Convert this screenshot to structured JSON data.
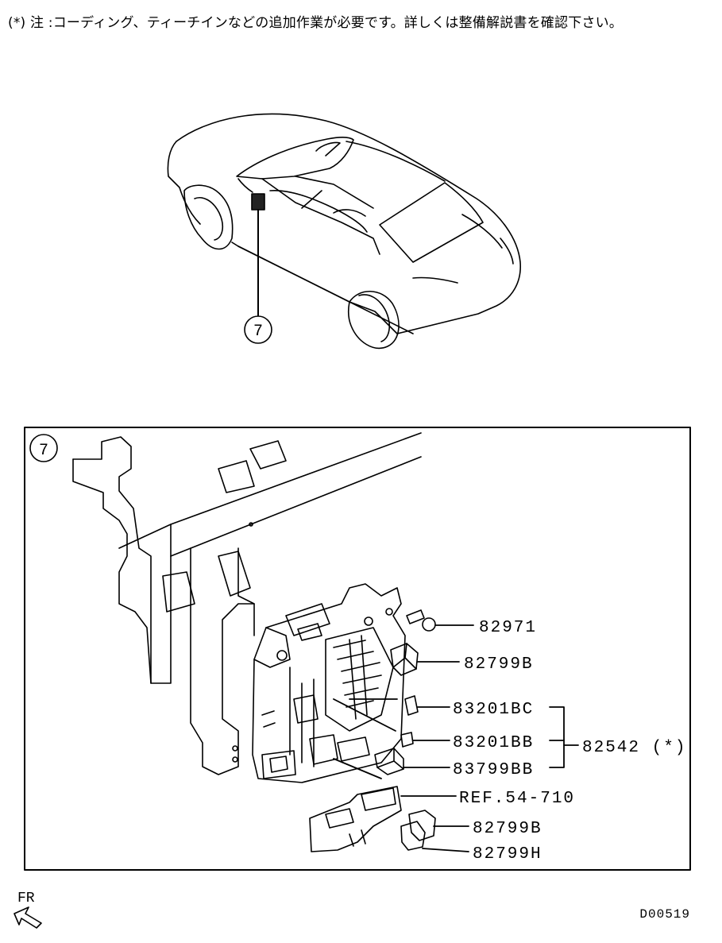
{
  "note": "(*) 注 :コーディング、ティーチインなどの追加作業が必要です。詳しくは整備解説書を確認下さい。",
  "diagram_code": "D00519",
  "callout_number": "7",
  "direction_label": "FR",
  "parts": {
    "p82971": "82971",
    "p82799b_top": "82799B",
    "p83201bc": "83201BC",
    "p83201bb": "83201BB",
    "p83799bb": "83799BB",
    "p82542": "82542 (*)",
    "ref": "REF.54-710",
    "p82799b_bottom": "82799B",
    "p82799h": "82799H"
  }
}
